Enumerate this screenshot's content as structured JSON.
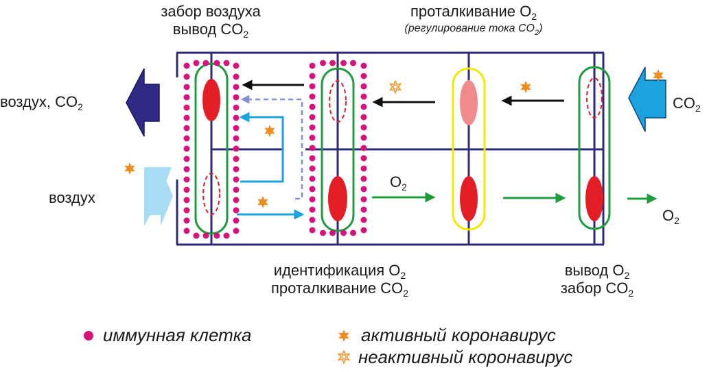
{
  "labels": {
    "top_left_1": "забор воздуха",
    "top_left_2": "вывод CO",
    "top_mid_1": "проталкивание O",
    "top_mid_2": "(регулирование тока CO",
    "bottom_mid_1": "идентификация O",
    "bottom_mid_2": "проталкивание CO",
    "bottom_right_1": "вывод O",
    "bottom_right_2": "забор CO",
    "left_out": "воздух, CO",
    "left_in": "воздух",
    "right_in": "CO",
    "o2_mid": "O",
    "o2_right": "O",
    "sub2": "2",
    "close_paren": ")"
  },
  "legend": {
    "immune": "иммунная клетка",
    "active": "активный коронавирус",
    "inactive": "неактивный коронавирус"
  },
  "colors": {
    "frame": "#2e2a7a",
    "immune": "#d6127c",
    "rbc": "#e41e26",
    "rbc_light": "#f08a8c",
    "green": "#1e9b3c",
    "yellow": "#f5e800",
    "blue": "#1aa3df",
    "navy": "#2f2a85",
    "lightblue": "#a8dcf5",
    "virus": "#f08c1e"
  }
}
